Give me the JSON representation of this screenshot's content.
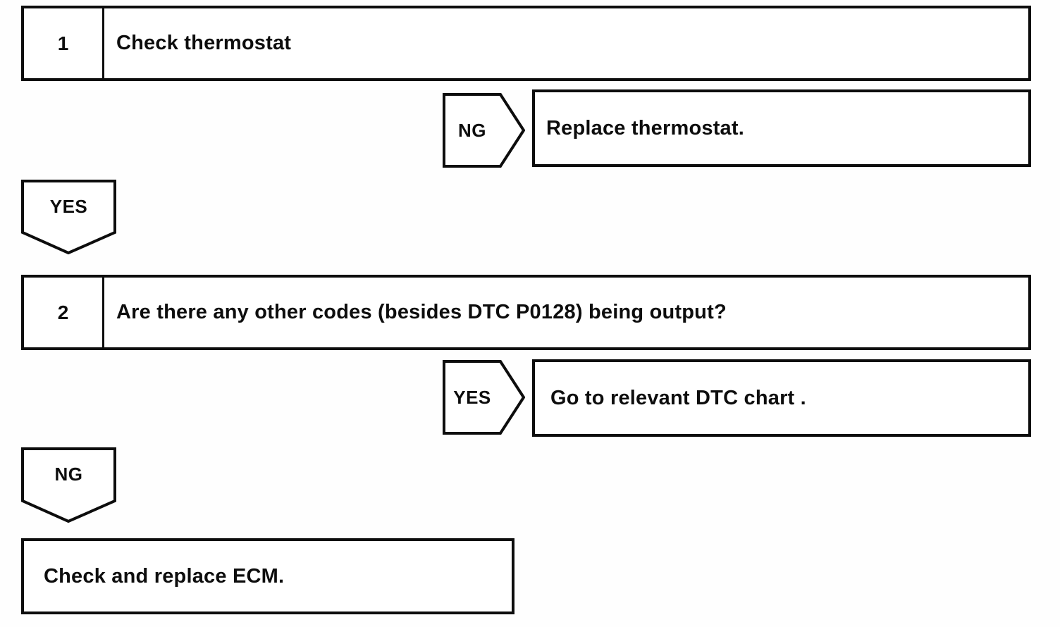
{
  "diagram": {
    "type": "diagnostic-flowchart",
    "nodes": [
      {
        "id": "step1",
        "kind": "numbered-step",
        "number": "1",
        "label": "Check thermostat"
      },
      {
        "id": "step1-ng-connector",
        "kind": "connector-right",
        "label": "NG"
      },
      {
        "id": "replace-thermostat",
        "kind": "result-box",
        "label": "Replace thermostat."
      },
      {
        "id": "step1-yes-connector",
        "kind": "connector-down",
        "label": "YES"
      },
      {
        "id": "step2",
        "kind": "numbered-step",
        "number": "2",
        "label": "Are there any other codes (besides DTC P0128) being output?"
      },
      {
        "id": "step2-yes-connector",
        "kind": "connector-right",
        "label": "YES"
      },
      {
        "id": "go-to-dtc-chart",
        "kind": "result-box",
        "label": "Go to relevant DTC chart ."
      },
      {
        "id": "step2-ng-connector",
        "kind": "connector-down",
        "label": "NG"
      },
      {
        "id": "check-replace-ecm",
        "kind": "result-box",
        "label": "Check and replace ECM."
      }
    ],
    "colors": {
      "ink": "#0d0d0d",
      "paper": "#ffffff"
    }
  }
}
